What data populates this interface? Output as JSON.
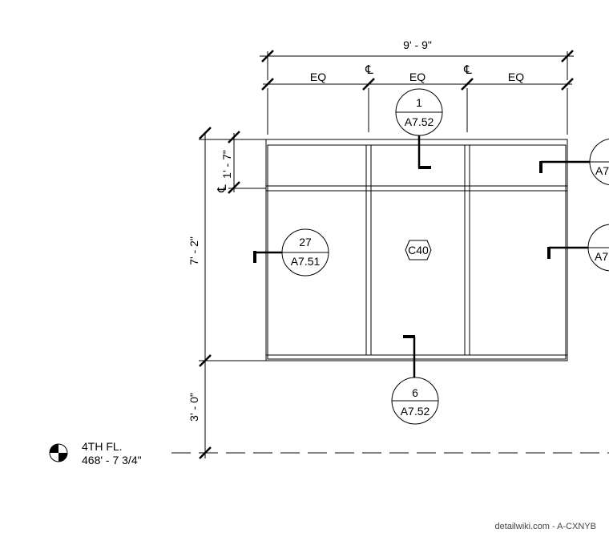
{
  "dimensions": {
    "overall_width": "9' - 9\"",
    "eq_labels": [
      "EQ",
      "EQ",
      "EQ"
    ],
    "centerline_symbol": "℄",
    "top_height": "1' - 7\"",
    "frame_height": "7' - 2\"",
    "sill_height": "3' - 0\""
  },
  "callouts": [
    {
      "number": "1",
      "sheet": "A7.52"
    },
    {
      "number": "27",
      "sheet": "A7.51"
    },
    {
      "number": "6",
      "sheet": "A7.52"
    },
    {
      "number": "",
      "sheet": "A7"
    },
    {
      "number": "",
      "sheet": "A7"
    }
  ],
  "tag": "C40",
  "level": {
    "name": "4TH FL.",
    "elevation": "468' - 7 3/4\""
  },
  "watermark": "detailwiki.com - A-CXNYB"
}
